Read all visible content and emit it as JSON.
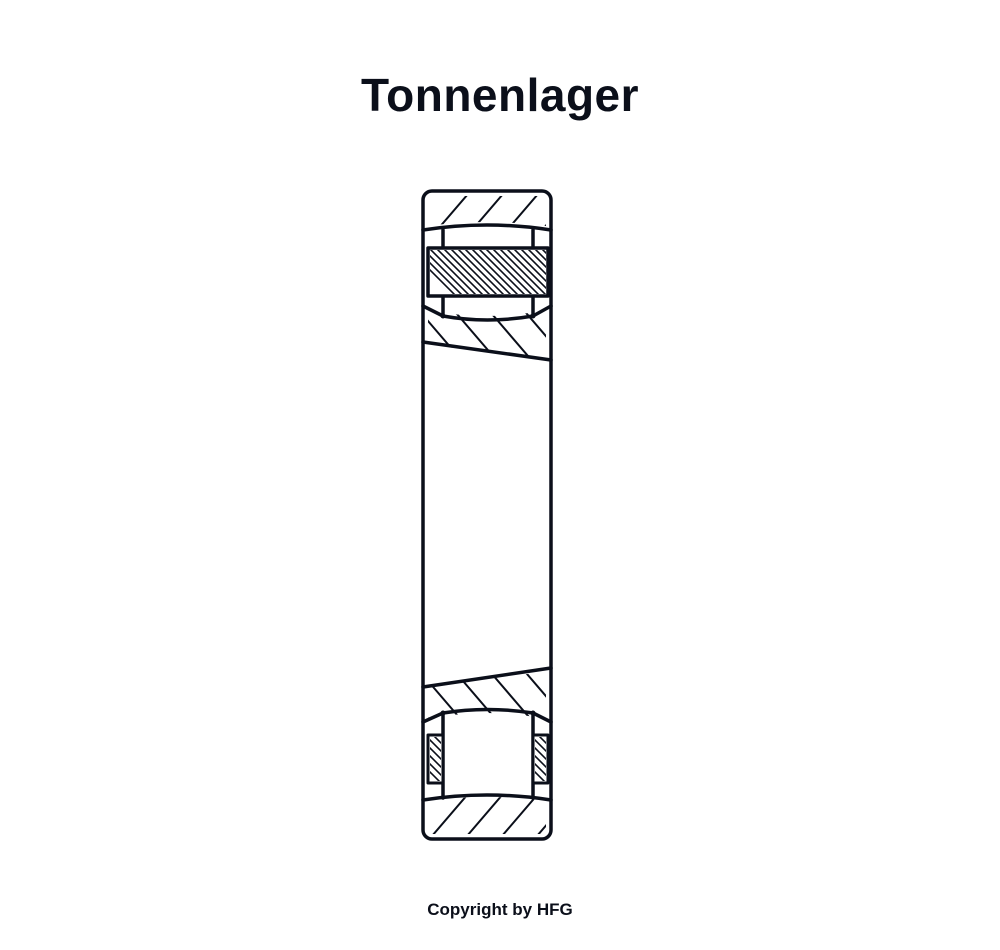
{
  "title": "Tonnenlager",
  "copyright": "Copyright by HFG",
  "diagram": {
    "type": "bearing-cross-section",
    "subject": "barrel roller bearing (Tonnenlager)",
    "components": [
      {
        "id": "outer-ring-top",
        "label": "outer ring (top section)",
        "hatch": "coarse"
      },
      {
        "id": "roller-top",
        "label": "barrel roller (top, sectioned)"
      },
      {
        "id": "cage-top",
        "label": "cage (top)",
        "hatch": "fine"
      },
      {
        "id": "inner-ring-top",
        "label": "inner ring (top section)",
        "hatch": "coarse"
      },
      {
        "id": "bore",
        "label": "bore"
      },
      {
        "id": "inner-ring-bottom",
        "label": "inner ring (bottom section)",
        "hatch": "coarse"
      },
      {
        "id": "roller-bottom",
        "label": "barrel roller (bottom, unsectioned)"
      },
      {
        "id": "cage-bottom",
        "label": "cage (bottom)",
        "hatch": "fine"
      },
      {
        "id": "outer-ring-bottom",
        "label": "outer ring (bottom section)",
        "hatch": "coarse"
      }
    ],
    "colors": {
      "line": "#0b0f1a",
      "background": "#ffffff"
    }
  }
}
